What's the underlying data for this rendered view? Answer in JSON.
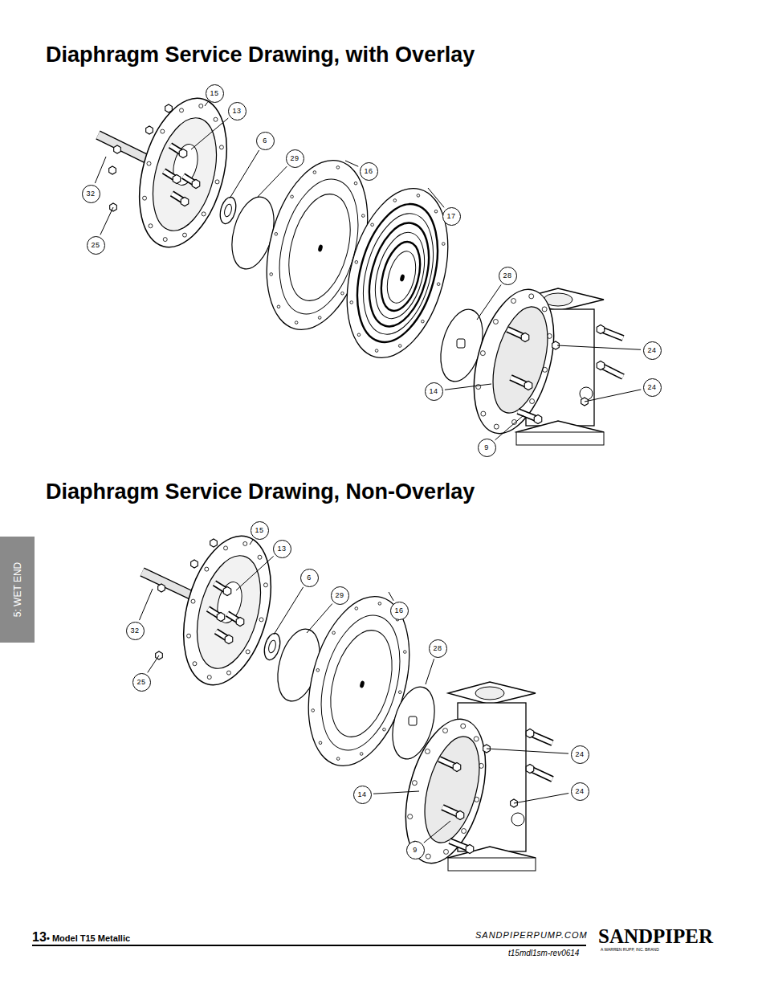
{
  "diagram": {
    "title": "Diaphragm Service Drawing, with Overlay",
    "nodes": [
      {
        "text": [
          "15"
        ]
      },
      {
        "text": [
          "13"
        ]
      },
      {
        "text": [
          "6"
        ]
      },
      {
        "text": [
          "29"
        ]
      },
      {
        "text": [
          "16"
        ]
      },
      {
        "text": [
          "32"
        ]
      },
      {
        "text": [
          "17"
        ]
      },
      {
        "text": [
          "25"
        ]
      },
      {
        "text": [
          "28"
        ]
      },
      {
        "text": [
          "24"
        ]
      },
      {
        "text": [
          "24"
        ]
      },
      {
        "text": [
          "14"
        ]
      },
      {
        "text": [
          "9"
        ]
      },
      {
        "text": [
          "15"
        ]
      },
      {
        "text": [
          "13"
        ]
      },
      {
        "text": [
          "6"
        ]
      },
      {
        "text": [
          "29"
        ]
      },
      {
        "text": [
          "16"
        ]
      },
      {
        "text": [
          "32"
        ]
      },
      {
        "text": [
          "28"
        ]
      },
      {
        "text": [
          "25"
        ]
      },
      {
        "text": [
          "24"
        ]
      },
      {
        "text": [
          "24"
        ]
      },
      {
        "text": [
          "14"
        ]
      },
      {
        "text": [
          "9"
        ]
      }
    ],
    "labels": [
      "Diaphragm Service Drawing, Non-Overlay",
      "5: WET END",
      "13",
      "• Model T15 Metallic",
      "SANDPIPERPUMP.COM",
      "t15mdl1sm-rev0614",
      "SANDPIPER",
      "A WARREN RUPP, INC. BRAND"
    ]
  }
}
